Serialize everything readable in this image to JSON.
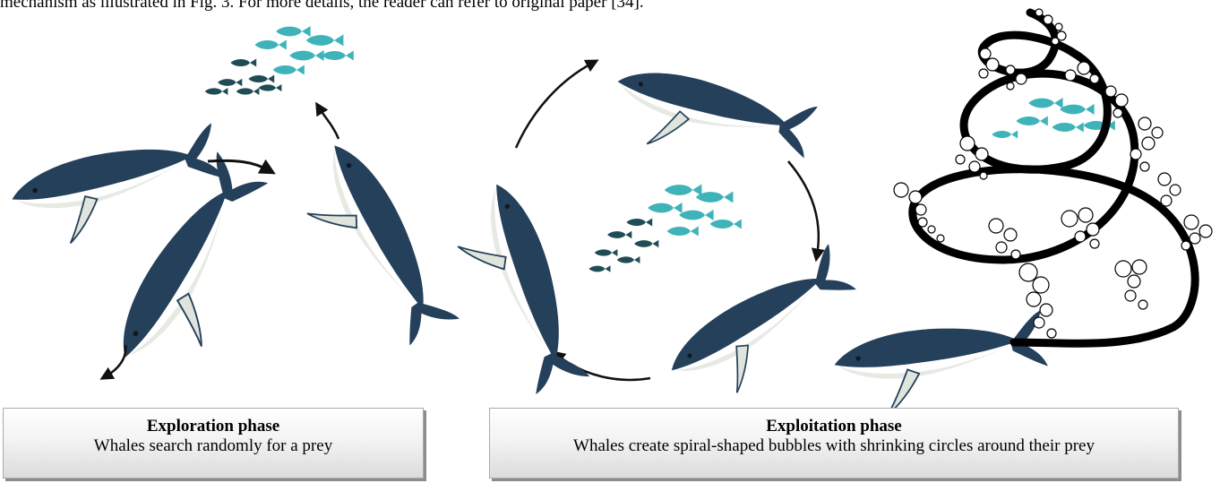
{
  "header": {
    "text": "mechanism as illustrated in Fig. 3. For more details, the reader can refer to original paper [34]."
  },
  "exploration": {
    "title": "Exploration phase",
    "description": "Whales search randomly for a prey"
  },
  "exploitation": {
    "title": "Exploitation phase",
    "description": "Whales create spiral-shaped bubbles with shrinking circles around their prey"
  },
  "colors": {
    "whale_dark": "#25405a",
    "whale_belly": "#e6eae3",
    "fish_teal": "#3fb3ba",
    "fish_dark": "#1f4d55",
    "arrow": "#111111",
    "spiral": "#000000"
  }
}
